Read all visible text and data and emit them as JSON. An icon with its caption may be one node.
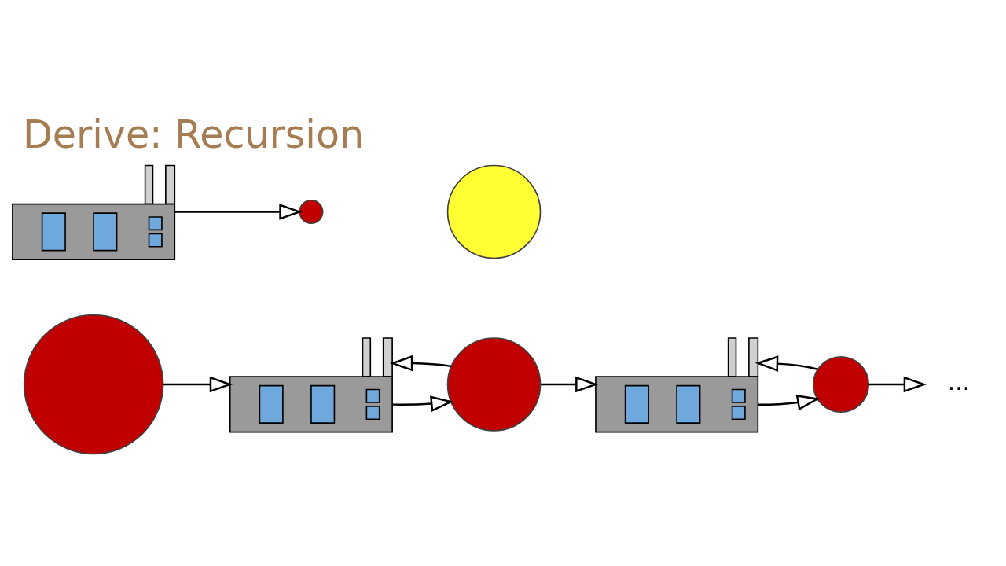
{
  "diagram": {
    "title": "Derive: Recursion",
    "nodes": [
      {
        "text": [],
        "shape": "circle"
      },
      {
        "text": [],
        "shape": "picture"
      },
      {
        "text": [],
        "shape": "circle"
      },
      {
        "text": [],
        "shape": "picture"
      },
      {
        "text": [],
        "shape": "circle"
      },
      {
        "text": [
          "..."
        ]
      },
      {
        "text": [],
        "shape": "picture"
      },
      {
        "text": [],
        "shape": "circle"
      },
      {
        "text": [],
        "shape": "circle"
      }
    ],
    "edges": [
      {
        "from": 0,
        "to": 1,
        "arrow": "to"
      },
      {
        "from": 1,
        "to": 2,
        "arrow": "to"
      },
      {
        "from": 2,
        "to": 1,
        "arrow": "to"
      },
      {
        "from": 2,
        "to": 3,
        "arrow": "to"
      },
      {
        "from": 3,
        "to": 4,
        "arrow": "to"
      },
      {
        "from": 4,
        "to": 3,
        "arrow": "to"
      },
      {
        "from": 4,
        "to": 5,
        "arrow": "to"
      },
      {
        "from": 6,
        "to": 7,
        "arrow": "to"
      }
    ]
  }
}
